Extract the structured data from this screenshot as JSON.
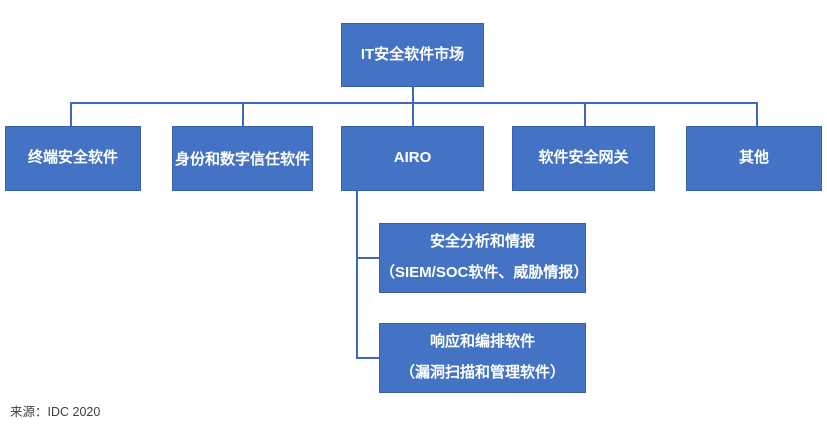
{
  "diagram": {
    "type": "hierarchy-tree",
    "colors": {
      "node_fill": "#4472C4",
      "node_border": "#3961AC",
      "connector": "#3F6AB8",
      "node_text": "#FFFFFF",
      "background": "#FFFFFF",
      "source_text": "#404040"
    },
    "root": {
      "label": "IT安全软件市场"
    },
    "level2": [
      {
        "label": "终端安全软件"
      },
      {
        "label": "身份和数字信任软件"
      },
      {
        "label": "AIRO"
      },
      {
        "label": "软件安全网关"
      },
      {
        "label": "其他"
      }
    ],
    "level3": [
      {
        "parent": "AIRO",
        "line1": "安全分析和情报",
        "line2": "（SIEM/SOC软件、威胁情报）"
      },
      {
        "parent": "AIRO",
        "line1": "响应和编排软件",
        "line2": "（漏洞扫描和管理软件）"
      }
    ]
  },
  "footer": {
    "source": "来源：IDC 2020"
  }
}
